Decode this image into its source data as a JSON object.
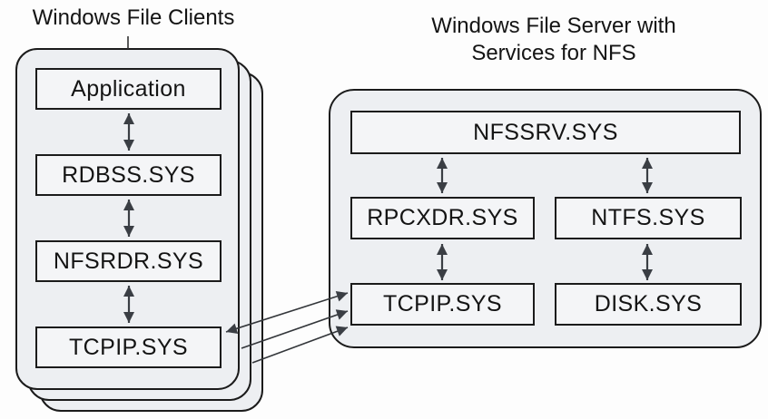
{
  "titles": {
    "client_stack": "Windows File Clients",
    "server_line1": "Windows File Server with",
    "server_line2": "Services for NFS"
  },
  "client_stack": {
    "stacked_layer_count": 3,
    "boxes": [
      {
        "id": "application",
        "label": "Application"
      },
      {
        "id": "rdbss",
        "label": "RDBSS.SYS"
      },
      {
        "id": "nfsrdr",
        "label": "NFSRDR.SYS"
      },
      {
        "id": "tcpip_client",
        "label": "TCPIP.SYS"
      }
    ]
  },
  "server": {
    "boxes": [
      {
        "id": "nfssrv",
        "label": "NFSSRV.SYS"
      },
      {
        "id": "rpcxdr",
        "label": "RPCXDR.SYS"
      },
      {
        "id": "ntfs",
        "label": "NTFS.SYS"
      },
      {
        "id": "tcpip_server",
        "label": "TCPIP.SYS"
      },
      {
        "id": "disk",
        "label": "DISK.SYS"
      }
    ]
  },
  "connections": [
    {
      "from": "application",
      "to": "rdbss",
      "style": "double-arrow-vertical"
    },
    {
      "from": "rdbss",
      "to": "nfsrdr",
      "style": "double-arrow-vertical"
    },
    {
      "from": "nfsrdr",
      "to": "tcpip_client",
      "style": "double-arrow-vertical"
    },
    {
      "from": "nfssrv",
      "to": "rpcxdr",
      "style": "double-arrow-vertical"
    },
    {
      "from": "nfssrv",
      "to": "ntfs",
      "style": "double-arrow-vertical"
    },
    {
      "from": "rpcxdr",
      "to": "tcpip_server",
      "style": "double-arrow-vertical"
    },
    {
      "from": "ntfs",
      "to": "disk",
      "style": "double-arrow-vertical"
    },
    {
      "from": "tcpip_client",
      "to": "tcpip_server",
      "style": "double-arrow-diagonal"
    },
    {
      "from": "client_layer_2",
      "to": "tcpip_server",
      "style": "arrow-diagonal"
    },
    {
      "from": "client_layer_3",
      "to": "tcpip_server",
      "style": "arrow-diagonal"
    }
  ],
  "colors": {
    "background": "#fdfdfd",
    "panel_fill": "#edeff2",
    "box_fill": "#f4f5f7",
    "border": "#1b1b1b",
    "arrow": "#3a3e44",
    "text": "#141414"
  }
}
